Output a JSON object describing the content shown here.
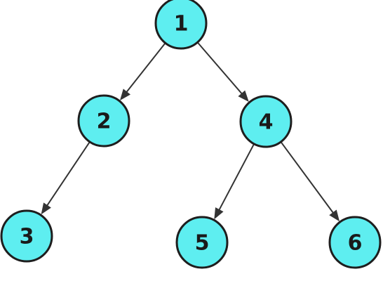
{
  "diagram": {
    "type": "tree",
    "colors": {
      "node_fill": "#5eeef0",
      "node_stroke": "#1e1e1e",
      "edge": "#333333",
      "label": "#1a1a1a",
      "background": "#ffffff"
    },
    "nodes": [
      {
        "id": "1",
        "label": "1"
      },
      {
        "id": "2",
        "label": "2"
      },
      {
        "id": "4",
        "label": "4"
      },
      {
        "id": "3",
        "label": "3"
      },
      {
        "id": "5",
        "label": "5"
      },
      {
        "id": "6",
        "label": "6"
      }
    ],
    "edges": [
      {
        "from": "1",
        "to": "2",
        "directed": true
      },
      {
        "from": "1",
        "to": "4",
        "directed": true
      },
      {
        "from": "2",
        "to": "3",
        "directed": true
      },
      {
        "from": "4",
        "to": "5",
        "directed": true
      },
      {
        "from": "4",
        "to": "6",
        "directed": true
      }
    ]
  }
}
